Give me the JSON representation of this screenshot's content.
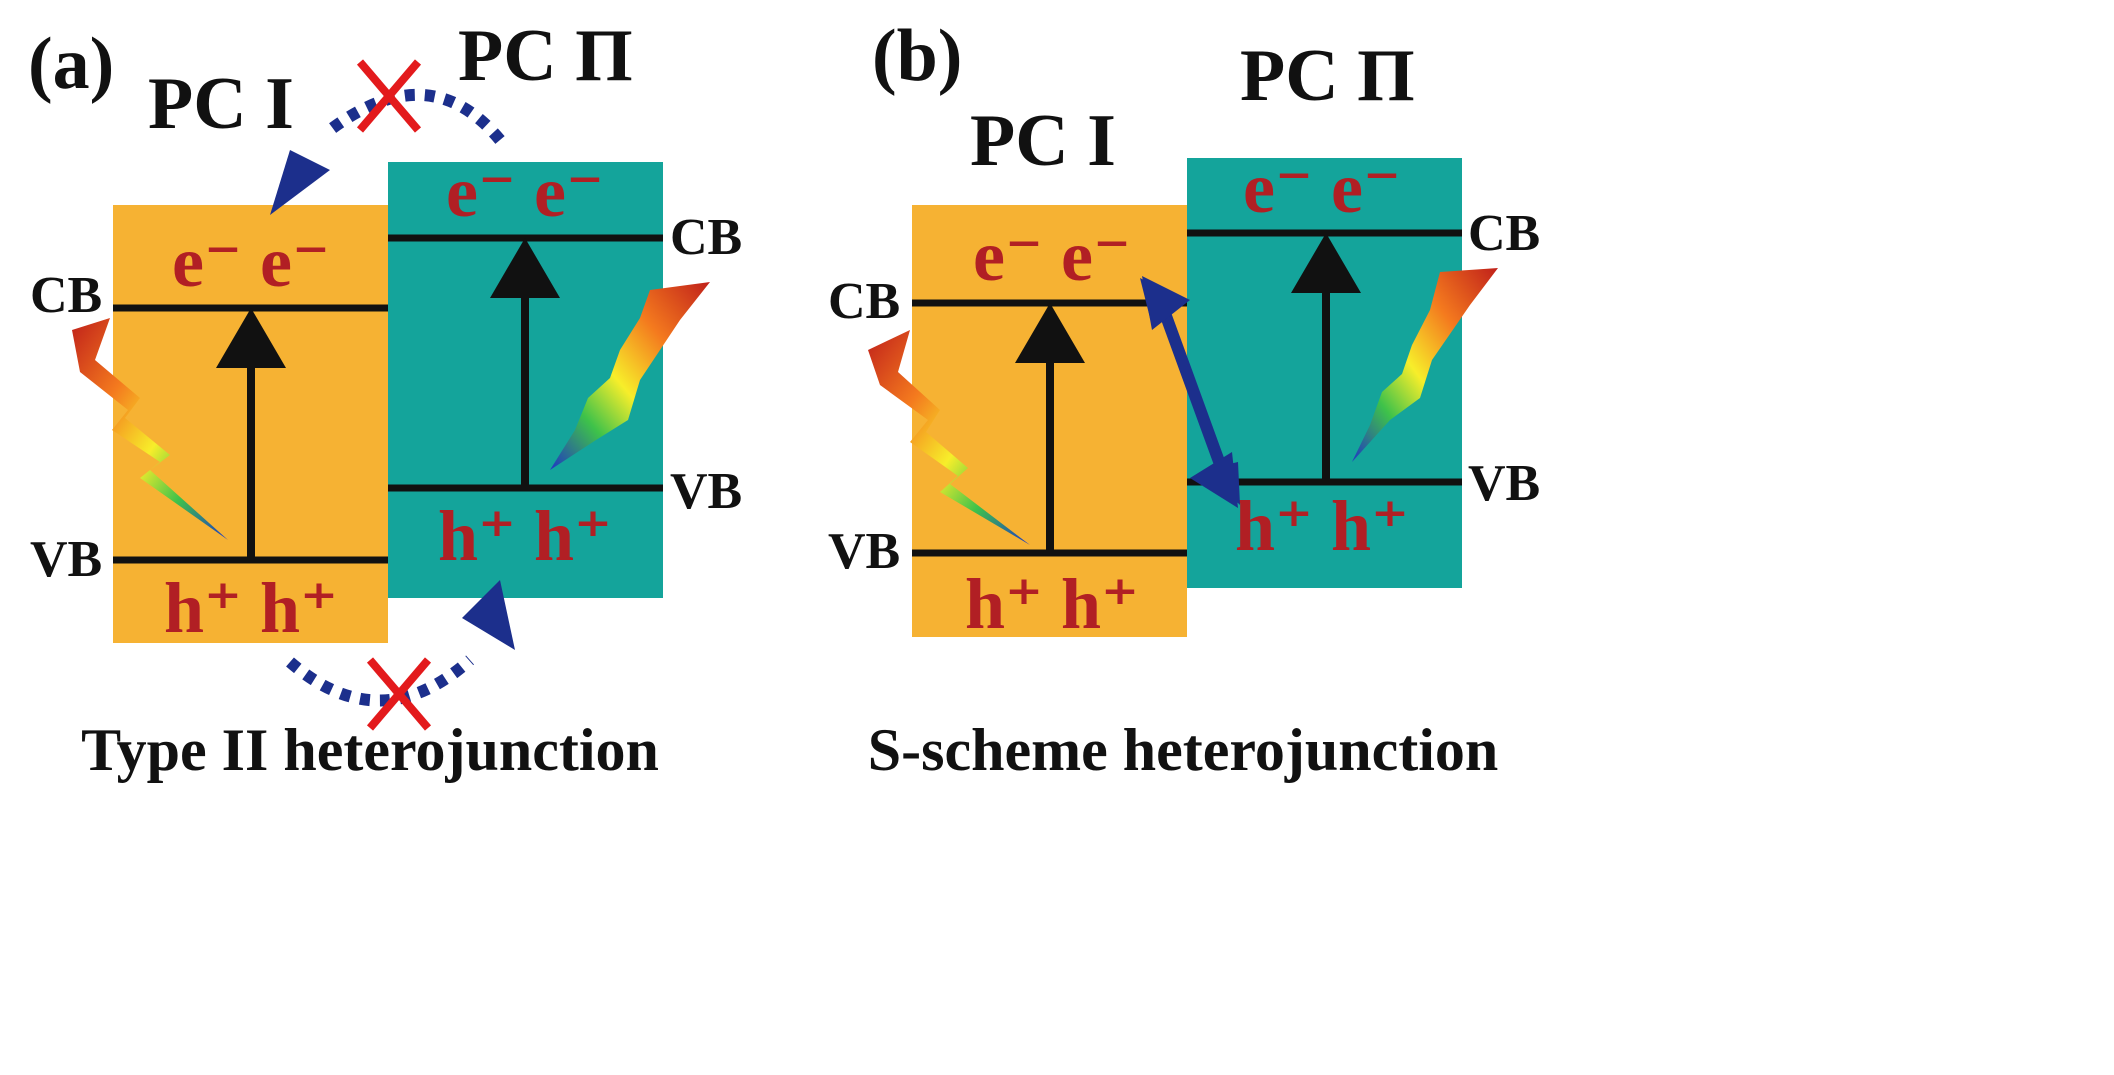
{
  "colors": {
    "pc1_fill": "#f6b233",
    "pc2_fill": "#14a49b",
    "band_line": "#111111",
    "electron_text": "#b11f24",
    "transfer_arrow": "#1c2f8c",
    "forbidden_cross": "#e31a1c"
  },
  "panel_a": {
    "label": "(a)",
    "pc1_label": "PC I",
    "pc2_label": "PC Π",
    "pc1_cb": "CB",
    "pc1_vb": "VB",
    "pc2_cb": "CB",
    "pc2_vb": "VB",
    "pc1_electrons": "e⁻ e⁻",
    "pc1_holes": "h⁺ h⁺",
    "pc2_electrons": "e⁻  e⁻",
    "pc2_holes": "h⁺ h⁺",
    "caption": "Type II heterojunction"
  },
  "panel_b": {
    "label": "(b)",
    "pc1_label": "PC I",
    "pc2_label": "PC Π",
    "pc1_cb": "CB",
    "pc1_vb": "VB",
    "pc2_cb": "CB",
    "pc2_vb": "VB",
    "pc1_electrons": "e⁻ e⁻",
    "pc1_holes": "h⁺ h⁺",
    "pc2_electrons": "e⁻  e⁻",
    "pc2_holes": "h⁺ h⁺",
    "caption": "S-scheme heterojunction"
  },
  "icons": [
    "light-bolt-icon",
    "excitation-arrow-icon",
    "blocked-transfer-icon",
    "recombination-arrow-icon"
  ]
}
